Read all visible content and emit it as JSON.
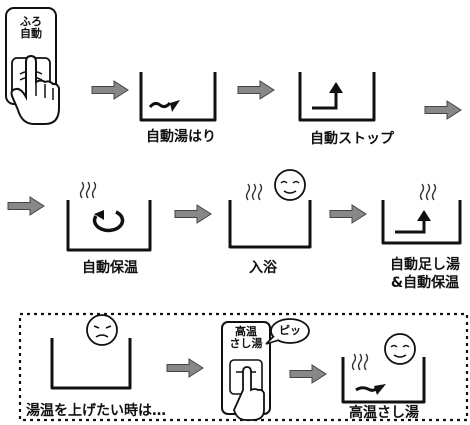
{
  "top_row": {
    "button_label_line1": "ふろ",
    "button_label_line2": "自動",
    "step1_label": "自動湯はり",
    "step2_label": "自動ストップ"
  },
  "middle_row": {
    "step3_label": "自動保温",
    "step4_label": "入浴",
    "step5_label_line1": "自動足し湯",
    "step5_label_line2": "&自動保温"
  },
  "bottom_box": {
    "condition_label": "湯温を上げたい時は…",
    "button_label_line1": "高温",
    "button_label_line2": "さし湯",
    "beep_text": "ピッ",
    "result_label": "高温さし湯"
  }
}
